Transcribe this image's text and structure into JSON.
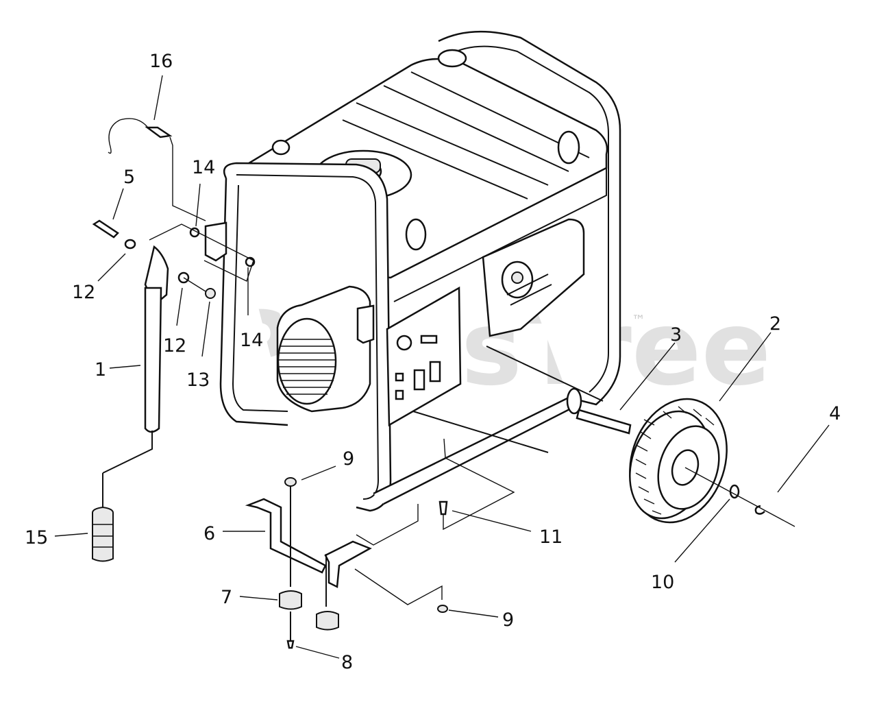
{
  "watermark": {
    "text": "PartsTree",
    "trademark": "™"
  },
  "callouts": [
    {
      "id": "1",
      "text": "1"
    },
    {
      "id": "2",
      "text": "2"
    },
    {
      "id": "3",
      "text": "3"
    },
    {
      "id": "4",
      "text": "4"
    },
    {
      "id": "5",
      "text": "5"
    },
    {
      "id": "6",
      "text": "6"
    },
    {
      "id": "7",
      "text": "7"
    },
    {
      "id": "8",
      "text": "8"
    },
    {
      "id": "9a",
      "text": "9"
    },
    {
      "id": "9b",
      "text": "9"
    },
    {
      "id": "10",
      "text": "10"
    },
    {
      "id": "11",
      "text": "11"
    },
    {
      "id": "12a",
      "text": "12"
    },
    {
      "id": "12b",
      "text": "12"
    },
    {
      "id": "13",
      "text": "13"
    },
    {
      "id": "14a",
      "text": "14"
    },
    {
      "id": "14b",
      "text": "14"
    },
    {
      "id": "15",
      "text": "15"
    },
    {
      "id": "16",
      "text": "16"
    }
  ]
}
